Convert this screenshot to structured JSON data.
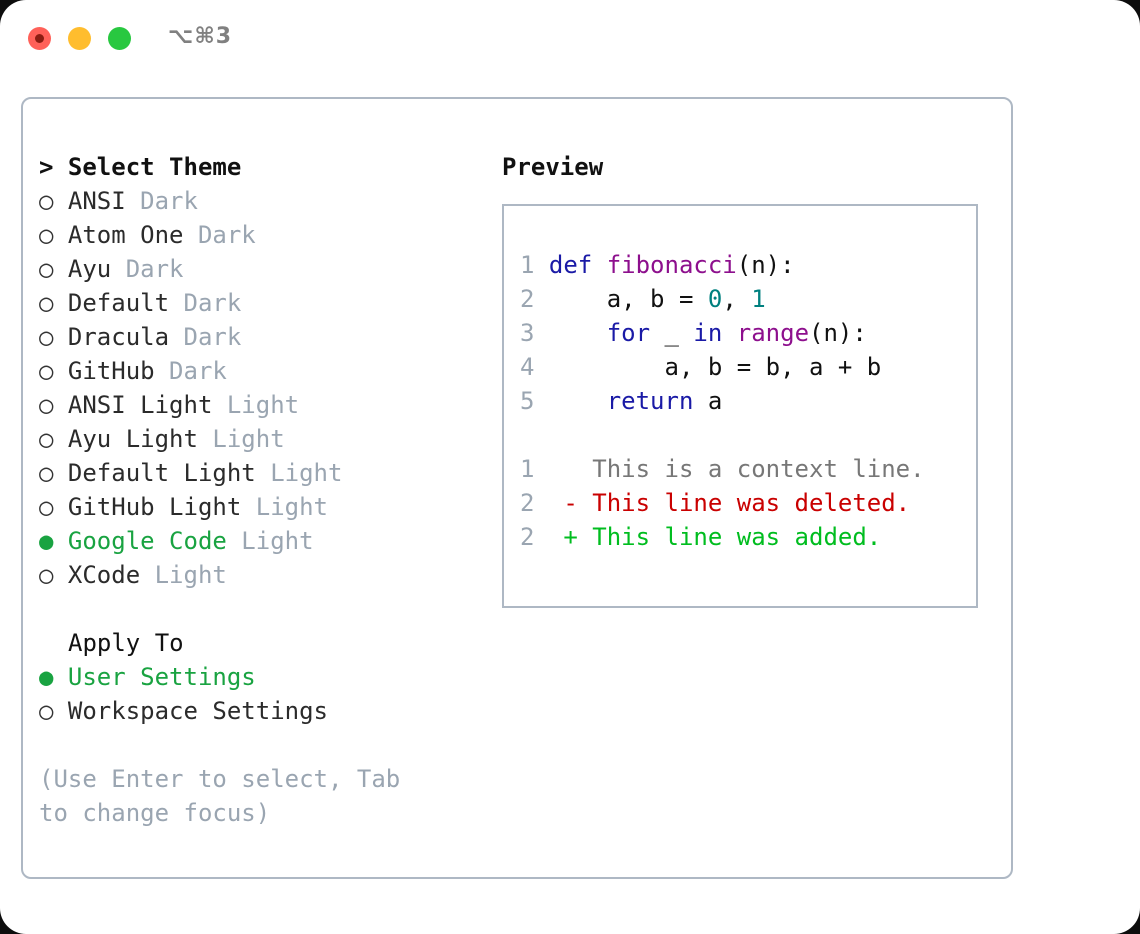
{
  "window": {
    "shortcut": "⌥⌘3",
    "traffic_lights": [
      "close",
      "minimize",
      "maximize"
    ]
  },
  "theme_list": {
    "heading": "> Select Theme",
    "bullet_unselected": "○",
    "bullet_selected": "●",
    "items": [
      {
        "name": "ANSI",
        "tag": "Dark",
        "selected": false
      },
      {
        "name": "Atom One",
        "tag": "Dark",
        "selected": false
      },
      {
        "name": "Ayu",
        "tag": "Dark",
        "selected": false
      },
      {
        "name": "Default",
        "tag": "Dark",
        "selected": false
      },
      {
        "name": "Dracula",
        "tag": "Dark",
        "selected": false
      },
      {
        "name": "GitHub",
        "tag": "Dark",
        "selected": false
      },
      {
        "name": "ANSI Light",
        "tag": "Light",
        "selected": false
      },
      {
        "name": "Ayu Light",
        "tag": "Light",
        "selected": false
      },
      {
        "name": "Default Light",
        "tag": "Light",
        "selected": false
      },
      {
        "name": "GitHub Light",
        "tag": "Light",
        "selected": false
      },
      {
        "name": "Google Code",
        "tag": "Light",
        "selected": true
      },
      {
        "name": "XCode",
        "tag": "Light",
        "selected": false
      }
    ]
  },
  "apply_to": {
    "heading": "Apply To",
    "options": [
      {
        "name": "User Settings",
        "selected": true
      },
      {
        "name": "Workspace Settings",
        "selected": false
      }
    ]
  },
  "hint": "(Use Enter to select, Tab to change focus)",
  "preview": {
    "title": "Preview",
    "code_lines": [
      {
        "no": "1",
        "tokens": [
          {
            "t": "def ",
            "c": "kw"
          },
          {
            "t": "fibonacci",
            "c": "fn"
          },
          {
            "t": "(n):",
            "c": "plain"
          }
        ]
      },
      {
        "no": "2",
        "tokens": [
          {
            "t": "    a, b = ",
            "c": "plain"
          },
          {
            "t": "0",
            "c": "num"
          },
          {
            "t": ", ",
            "c": "plain"
          },
          {
            "t": "1",
            "c": "num"
          }
        ]
      },
      {
        "no": "3",
        "tokens": [
          {
            "t": "    ",
            "c": "plain"
          },
          {
            "t": "for",
            "c": "kw"
          },
          {
            "t": " _ ",
            "c": "plain"
          },
          {
            "t": "in",
            "c": "kw"
          },
          {
            "t": " ",
            "c": "plain"
          },
          {
            "t": "range",
            "c": "fn"
          },
          {
            "t": "(n):",
            "c": "plain"
          }
        ]
      },
      {
        "no": "4",
        "tokens": [
          {
            "t": "        a, b = b, a + b",
            "c": "plain"
          }
        ]
      },
      {
        "no": "5",
        "tokens": [
          {
            "t": "    ",
            "c": "plain"
          },
          {
            "t": "return",
            "c": "kw"
          },
          {
            "t": " a",
            "c": "plain"
          }
        ]
      }
    ],
    "diff_lines": [
      {
        "no": "1",
        "marker": "  ",
        "text": "This is a context line.",
        "kind": "ctx"
      },
      {
        "no": "2",
        "marker": "- ",
        "text": "This line was deleted.",
        "kind": "del"
      },
      {
        "no": "2",
        "marker": "+ ",
        "text": "This line was added.",
        "kind": "add"
      }
    ]
  },
  "colors": {
    "accent_green": "#19a341",
    "muted": "#9aa5b1",
    "border": "#aeb8c4",
    "keyword": "#1a1aa6",
    "function": "#8d0f8d",
    "number": "#00807f",
    "diff_add": "#00bd1f",
    "diff_del": "#c90000"
  }
}
